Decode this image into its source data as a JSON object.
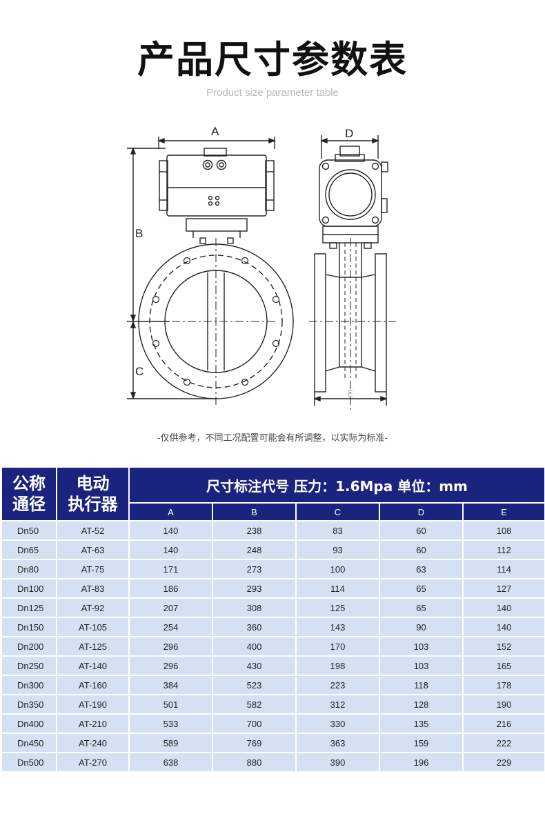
{
  "page": {
    "title": "产品尺寸参数表",
    "subtitle": "Product size parameter table",
    "note": "-仅供参考，不同工况配置可能会有所调整，以实际为标准-"
  },
  "drawing": {
    "labels": {
      "a": "A",
      "b": "B",
      "c": "C",
      "d": "D",
      "e": "E"
    }
  },
  "table": {
    "header": {
      "col0": [
        "公称",
        "通径"
      ],
      "col1": [
        "电动",
        "执行器"
      ],
      "span": "尺寸标注代号 压力：1.6Mpa 单位：mm",
      "letters": [
        "A",
        "B",
        "C",
        "D",
        "E"
      ]
    },
    "rows": [
      [
        "Dn50",
        "AT-52",
        "140",
        "238",
        "83",
        "60",
        "108"
      ],
      [
        "Dn65",
        "AT-63",
        "140",
        "248",
        "93",
        "60",
        "112"
      ],
      [
        "Dn80",
        "AT-75",
        "171",
        "273",
        "100",
        "63",
        "114"
      ],
      [
        "Dn100",
        "AT-83",
        "186",
        "293",
        "114",
        "65",
        "127"
      ],
      [
        "Dn125",
        "AT-92",
        "207",
        "308",
        "125",
        "65",
        "140"
      ],
      [
        "Dn150",
        "AT-105",
        "254",
        "360",
        "143",
        "90",
        "140"
      ],
      [
        "Dn200",
        "AT-125",
        "296",
        "400",
        "170",
        "103",
        "152"
      ],
      [
        "Dn250",
        "AT-140",
        "296",
        "430",
        "198",
        "103",
        "165"
      ],
      [
        "Dn300",
        "AT-160",
        "384",
        "523",
        "223",
        "118",
        "178"
      ],
      [
        "Dn350",
        "AT-190",
        "501",
        "582",
        "312",
        "128",
        "190"
      ],
      [
        "Dn400",
        "AT-210",
        "533",
        "700",
        "330",
        "135",
        "216"
      ],
      [
        "Dn450",
        "AT-240",
        "589",
        "769",
        "363",
        "159",
        "222"
      ],
      [
        "Dn500",
        "AT-270",
        "638",
        "880",
        "390",
        "196",
        "229"
      ]
    ]
  }
}
